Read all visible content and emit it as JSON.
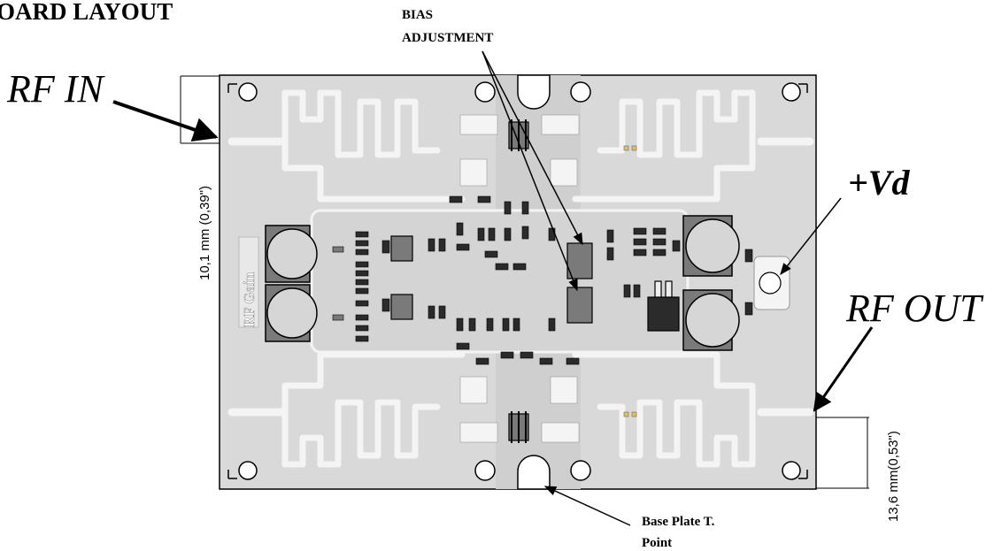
{
  "page_title": "OARD LAYOUT",
  "annotations": {
    "rf_in": "RF IN",
    "rf_out": "RF OUT",
    "vd": "+Vd",
    "bias_line1": "BIAS",
    "bias_line2": "ADJUSTMENT",
    "base_line1": "Base Plate T.",
    "base_line2": "Point"
  },
  "dimensions": {
    "top_left": "10,1 mm (0,39\")",
    "bottom_right": "13,6 mm(0,53\")"
  },
  "board": {
    "logo": "RF Gain"
  },
  "colors": {
    "board_fill": "#d9d9d9",
    "trace": "#f4f4f4",
    "component": "#7a7a7a",
    "smd": "#2b2b2b",
    "outline": "#000000"
  }
}
